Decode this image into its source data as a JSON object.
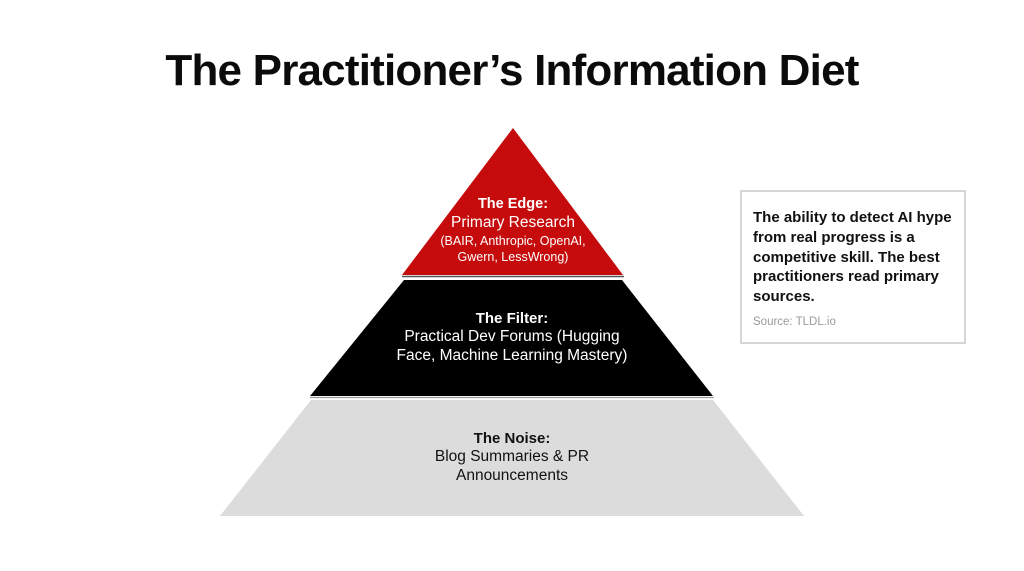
{
  "title": "The Practitioner’s Information Diet",
  "colors": {
    "edge": "#c50b0b",
    "filter": "#000000",
    "noise": "#dcdcdc",
    "callout_border": "#d6d6d6",
    "source_text": "#9a9a9a"
  },
  "pyramid": {
    "layers": [
      {
        "heading": "The Edge:",
        "line1": "Primary Research",
        "line2": "(BAIR, Anthropic, OpenAI,",
        "line3": "Gwern, LessWrong)"
      },
      {
        "heading": "The Filter:",
        "line1": "Practical Dev Forums (Hugging",
        "line2": "Face, Machine Learning Mastery)"
      },
      {
        "heading": "The Noise:",
        "line1": "Blog Summaries & PR",
        "line2": "Announcements"
      }
    ]
  },
  "callout": {
    "quote": "The ability to detect AI hype from real progress is a competitive skill. The best practitioners read primary sources.",
    "source": "Source: TLDL.io"
  }
}
